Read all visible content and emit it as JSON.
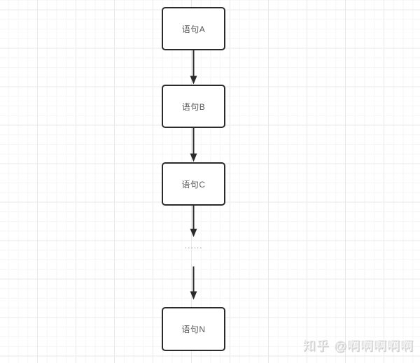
{
  "diagram": {
    "type": "flowchart-sequence",
    "nodes": [
      {
        "label": "语句A"
      },
      {
        "label": "语句B"
      },
      {
        "label": "语句C"
      },
      {
        "label": "语句N"
      }
    ],
    "ellipsis": "......",
    "colors": {
      "node_border": "#2b2b2b",
      "node_fill": "#ffffff",
      "node_text": "#595959",
      "arrow": "#2b2b2b",
      "grid_major": "#e9e9e9",
      "grid_minor": "#f6f6f6",
      "background": "#ffffff"
    }
  },
  "watermark": {
    "text": "知乎 @啊啊啊啊啊",
    "color": "#e3e3e3"
  }
}
